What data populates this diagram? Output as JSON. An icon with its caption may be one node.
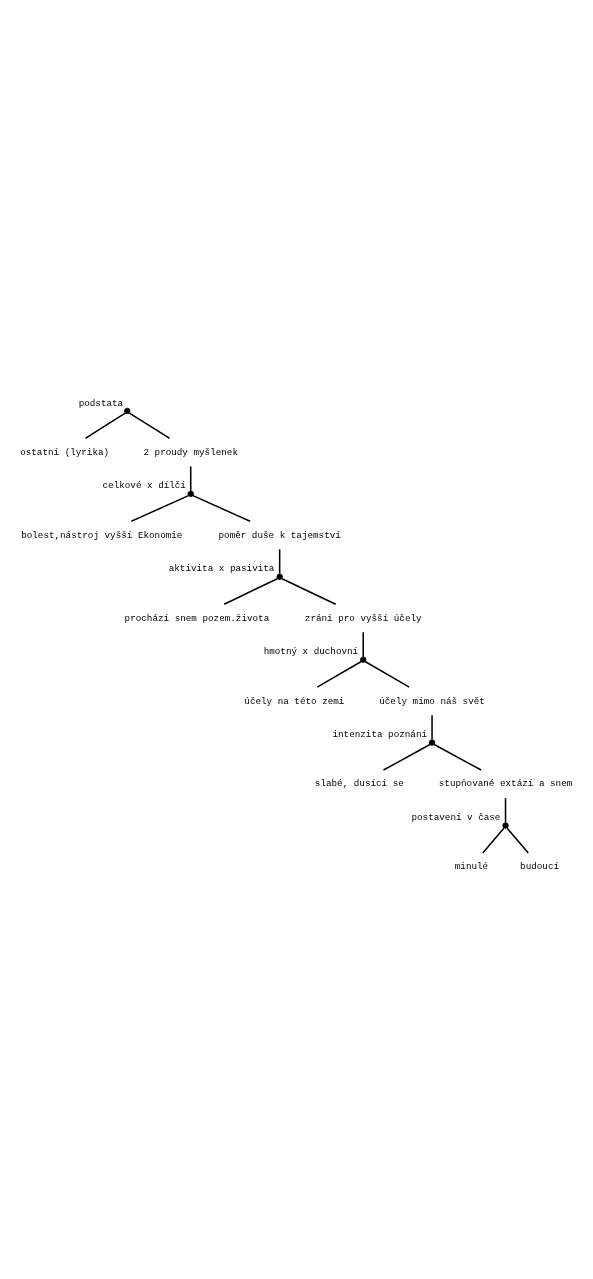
{
  "diagram": {
    "nodes": [
      {
        "text": [],
        "shape": "circle",
        "beside": [
          "podstata"
        ]
      },
      {
        "text": [
          "ostatní (lyrika)"
        ]
      },
      {
        "text": [
          "2 proudy myšlenek"
        ]
      },
      {
        "text": [],
        "shape": "circle",
        "beside": [
          "celkové x dílčí"
        ]
      },
      {
        "text": [
          "bolest,nástroj vyšší Ekonomie"
        ]
      },
      {
        "text": [
          "poměr duše k tajemství"
        ]
      },
      {
        "text": [],
        "shape": "circle",
        "beside": [
          "aktivita x pasivita"
        ]
      },
      {
        "text": [
          "prochází snem pozem.života"
        ]
      },
      {
        "text": [
          "zrání pro vyšší účely"
        ]
      },
      {
        "text": [],
        "shape": "circle",
        "beside": [
          "hmotný x duchovní"
        ]
      },
      {
        "text": [
          "účely na této zemi"
        ]
      },
      {
        "text": [
          "účely mimo náš svět"
        ]
      },
      {
        "text": [],
        "shape": "circle",
        "beside": [
          "intenzita poznání"
        ]
      },
      {
        "text": [
          "slabé, dusící se"
        ]
      },
      {
        "text": [
          "stupňované extází a snem"
        ]
      },
      {
        "text": [],
        "shape": "circle",
        "beside": [
          "postavení v čase"
        ]
      },
      {
        "text": [
          "minulé"
        ]
      },
      {
        "text": [
          "budoucí"
        ]
      }
    ],
    "edges": [
      {
        "from": 0,
        "to": 1,
        "arrow": "none"
      },
      {
        "from": 0,
        "to": 2,
        "arrow": "none"
      },
      {
        "from": 2,
        "to": 3,
        "arrow": "none"
      },
      {
        "from": 3,
        "to": 4,
        "arrow": "none"
      },
      {
        "from": 3,
        "to": 5,
        "arrow": "none"
      },
      {
        "from": 5,
        "to": 6,
        "arrow": "none"
      },
      {
        "from": 6,
        "to": 7,
        "arrow": "none"
      },
      {
        "from": 6,
        "to": 8,
        "arrow": "none"
      },
      {
        "from": 8,
        "to": 9,
        "arrow": "none"
      },
      {
        "from": 9,
        "to": 10,
        "arrow": "none"
      },
      {
        "from": 9,
        "to": 11,
        "arrow": "none"
      },
      {
        "from": 11,
        "to": 12,
        "arrow": "none"
      },
      {
        "from": 12,
        "to": 13,
        "arrow": "none"
      },
      {
        "from": 12,
        "to": 14,
        "arrow": "none"
      },
      {
        "from": 14,
        "to": 15,
        "arrow": "none"
      },
      {
        "from": 15,
        "to": 16,
        "arrow": "none"
      },
      {
        "from": 15,
        "to": 17,
        "arrow": "none"
      }
    ]
  }
}
